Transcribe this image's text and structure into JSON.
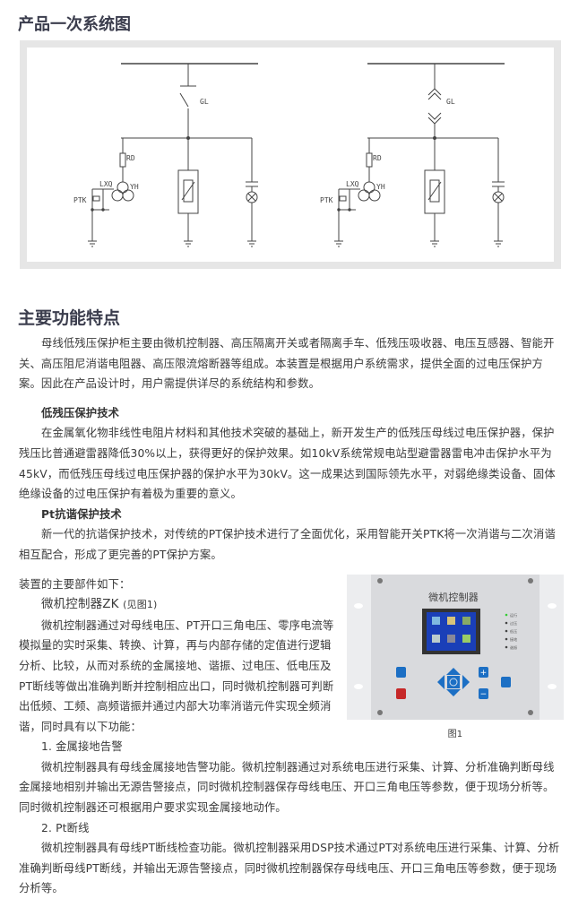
{
  "section1": {
    "title": "产品一次系统图"
  },
  "diagram": {
    "labels": {
      "gl": "GL",
      "rd": "RD",
      "lxq": "LXQ",
      "yh": "YH",
      "ptk": "PTK"
    }
  },
  "section2": {
    "title": "主要功能特点",
    "intro": "母线低残压保护柜主要由微机控制器、高压隔离开关或者隔离手车、低残压吸收器、电压互感器、智能开关、高压阻尼消谐电阻器、高压限流熔断器等组成。本装置是根据用户系统需求，提供全面的过电压保护方案。因此在产品设计时，用户需提供详尽的系统结构和参数。",
    "sub1_title": "低残压保护技术",
    "sub1_text": "在金属氧化物非线性电阻片材料和其他技术突破的基础上，新开发生产的低残压母线过电压保护器，保护残压比普通避雷器降低30%以上，获得更好的保护效果。如10kV系统常规电站型避雷器雷电冲击保护水平为45kV，而低残压母线过电压保护器的保护水平为30kV。这一成果达到国际领先水平，对弱绝缘类设备、固体绝缘设备的过电压保护有着极为重要的意义。",
    "sub2_title": "Pt抗谐保护技术",
    "sub2_text": "新一代的抗谐保护技术，对传统的PT保护技术进行了全面优化，采用智能开关PTK将一次消谐与二次消谐相互配合，形成了更完善的PT保护方案。",
    "parts_intro": "装置的主要部件如下：",
    "zk_title": "微机控制器ZK",
    "zk_ref": "(见图1)",
    "zk_text": "微机控制器通过对母线电压、PT开口三角电压、零序电流等模拟量的实时采集、转换、计算，再与内部存储的定值进行逻辑分析、比较，从而对系统的金属接地、谐振、过电压、低电压及PT断线等做出准确判断并控制相应出口，同时微机控制器可判断出低频、工频、高频谐振并通过内部大功率消谐元件实现全频消谐，同时具有以下功能：",
    "f1_title": "1. 金属接地告警",
    "f1_text": "微机控制器具有母线金属接地告警功能。微机控制器通过对系统电压进行采集、计算、分析准确判断母线金属接地相别并输出无源告警接点，同时微机控制器保存母线电压、开口三角电压等参数，便于现场分析等。同时微机控制器还可根据用户要求实现金属接地动作。",
    "f2_title": "2. Pt断线",
    "f2_text": "微机控制器具有母线PT断线检查功能。微机控制器采用DSP技术通过PT对系统电压进行采集、计算、分析准确判断母线PT断线，并输出无源告警接点，同时微机控制器保存母线电压、开口三角电压等参数，便于现场分析等。"
  },
  "figure": {
    "panel_title": "微机控制器",
    "leds": [
      "运行",
      "过压",
      "低压",
      "接地",
      "谐振"
    ],
    "caption": "图1"
  }
}
